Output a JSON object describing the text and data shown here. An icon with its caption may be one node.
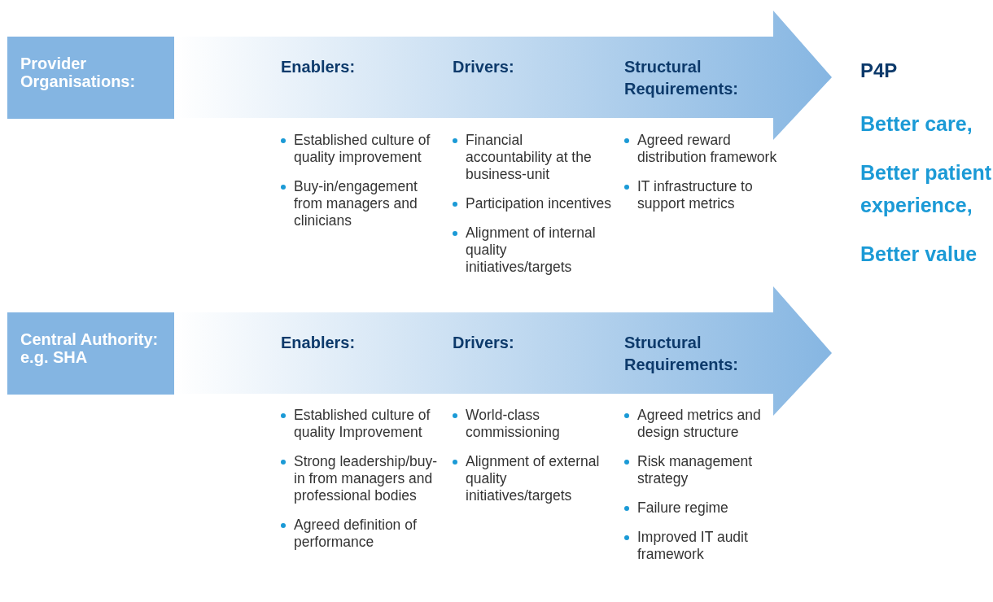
{
  "diagram": {
    "nodes": [
      {
        "text": [
          "Provider Organisations:"
        ]
      },
      {
        "text": [
          "Enablers:",
          "Drivers:",
          "Structural Requirements:"
        ]
      },
      {
        "text": [
          "Central Authority: e.g. SHA"
        ]
      },
      {
        "text": [
          "Enablers:",
          "Drivers:",
          "Structural Requirements:"
        ]
      }
    ],
    "labels": [
      "P4P",
      "Better care,",
      "Better patient experience,",
      "Better value",
      "Established culture of quality improvement",
      "Buy-in/engagement from managers and clinicians",
      "Financial accountability at the business-unit",
      "Participation incentives",
      "Alignment of internal quality initiatives/targets",
      "Agreed reward distribution framework",
      "IT infrastructure to support metrics",
      "Established culture of quality Improvement",
      "Strong leadership/buy-in from managers and professional bodies",
      "Agreed definition of performance",
      "World-class commissioning",
      "Alignment of external quality initiatives/targets",
      "Agreed metrics and design structure",
      "Risk management strategy",
      "Failure regime",
      "Improved IT audit framework"
    ]
  }
}
